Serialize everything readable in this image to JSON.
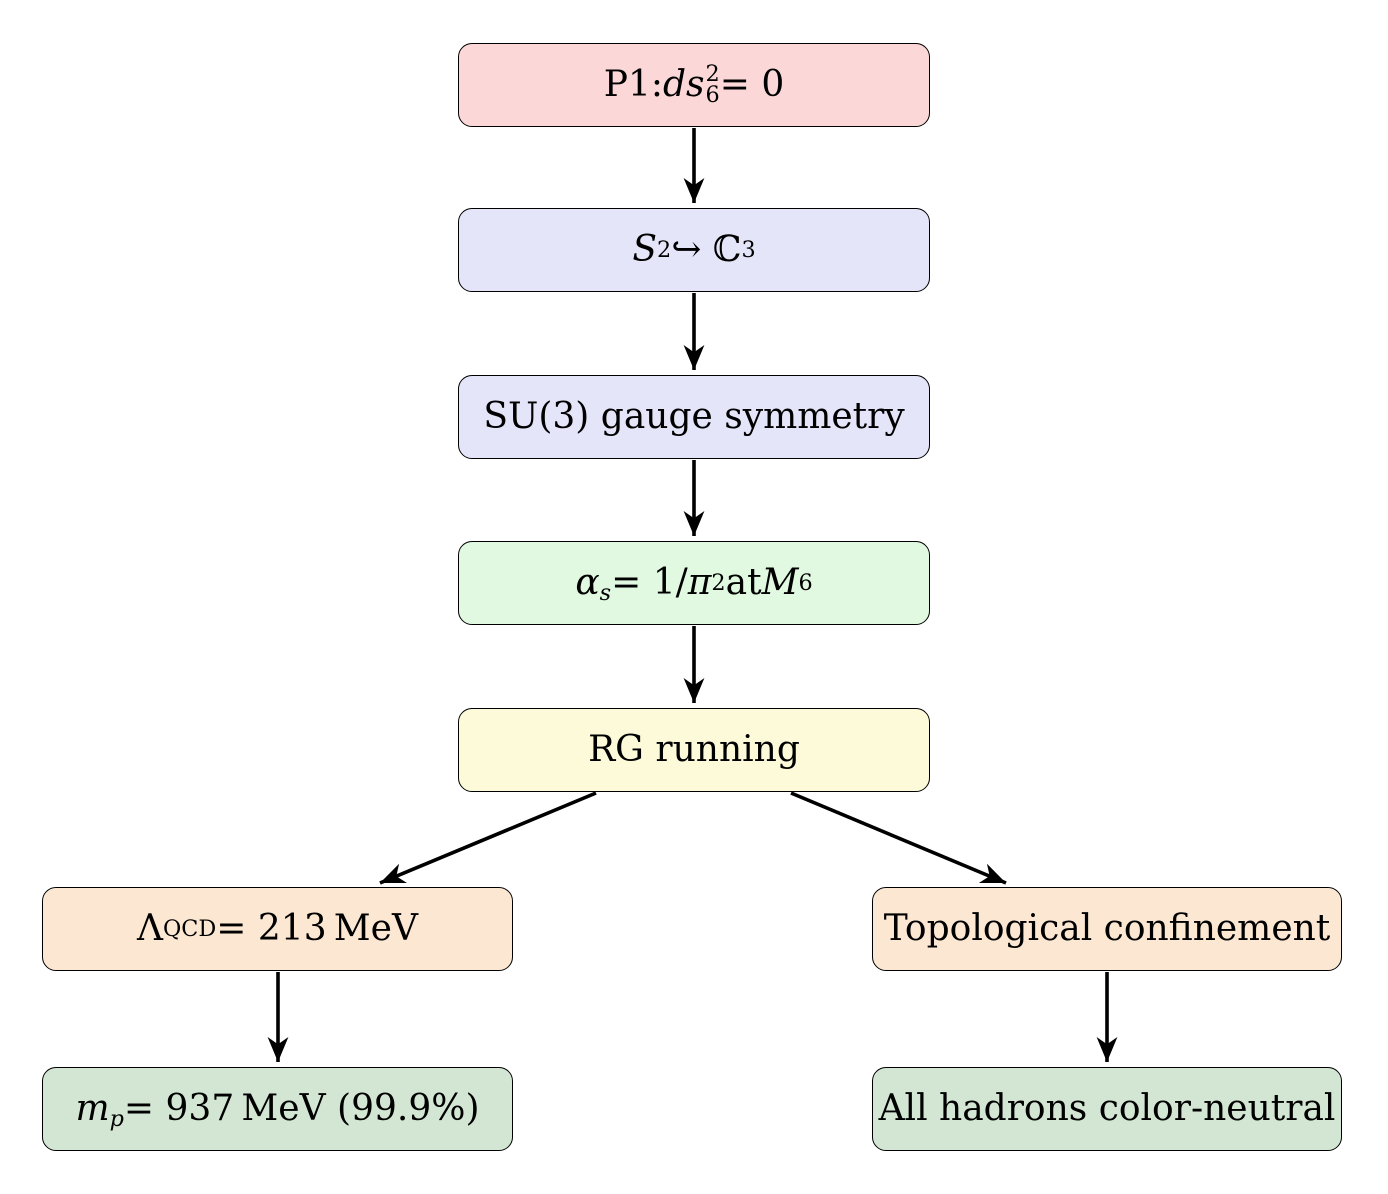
{
  "page": {
    "background": "#ffffff"
  },
  "colors": {
    "box_border": "#000000",
    "arrow": "#000000",
    "pink": "#fbd7d7",
    "lavender": "#e5e5f9",
    "light_green": "#e1f9e1",
    "light_yellow": "#fcfad8",
    "light_orange": "#fce8d2",
    "sage_green": "#d3e6d3"
  },
  "diagram": {
    "type": "flowchart",
    "nodes": [
      {
        "id": "p1",
        "label_html": "P1: <i>ds</i><span class=\"ss\"><span>2</span><span>6</span></span> = 0",
        "label_text": "P1: ds6^2 = 0",
        "fill": "#fbd7d7"
      },
      {
        "id": "s2",
        "label_html": "<i>S</i><sup>2</sup> ↪ ℂ<sup>3</sup>",
        "label_text": "S^2 hook-embeds-into C^3",
        "fill": "#e5e5f9"
      },
      {
        "id": "su3",
        "label_html": "SU(3) gauge symmetry",
        "label_text": "SU(3) gauge symmetry",
        "fill": "#e5e5f9"
      },
      {
        "id": "alphas",
        "label_html": "<i>α<sub>s</sub></i> = 1/<i>π</i><sup>2</sup> at <i>M</i><sub>6</sub>",
        "label_text": "alpha_s = 1/pi^2 at M_6",
        "fill": "#e1f9e1"
      },
      {
        "id": "rg",
        "label_html": "RG running",
        "label_text": "RG running",
        "fill": "#fcfad8"
      },
      {
        "id": "lambdaqcd",
        "label_html": "Λ<sub>QCD</sub> = 213 MeV",
        "label_text": "Lambda_QCD = 213 MeV",
        "fill": "#fce8d2"
      },
      {
        "id": "topo",
        "label_html": "Topological confinement",
        "label_text": "Topological confinement",
        "fill": "#fce8d2"
      },
      {
        "id": "mp",
        "label_html": "<i>m<sub>p</sub></i> = 937 MeV (99.9%)",
        "label_text": "m_p = 937 MeV (99.9%)",
        "fill": "#d3e6d3"
      },
      {
        "id": "hadrons",
        "label_html": "All hadrons color-neutral",
        "label_text": "All hadrons color-neutral",
        "fill": "#d3e6d3"
      }
    ],
    "edges": [
      {
        "from": "p1",
        "to": "s2"
      },
      {
        "from": "s2",
        "to": "su3"
      },
      {
        "from": "su3",
        "to": "alphas"
      },
      {
        "from": "alphas",
        "to": "rg"
      },
      {
        "from": "rg",
        "to": "lambdaqcd"
      },
      {
        "from": "rg",
        "to": "topo"
      },
      {
        "from": "lambdaqcd",
        "to": "mp"
      },
      {
        "from": "topo",
        "to": "hadrons"
      }
    ]
  }
}
